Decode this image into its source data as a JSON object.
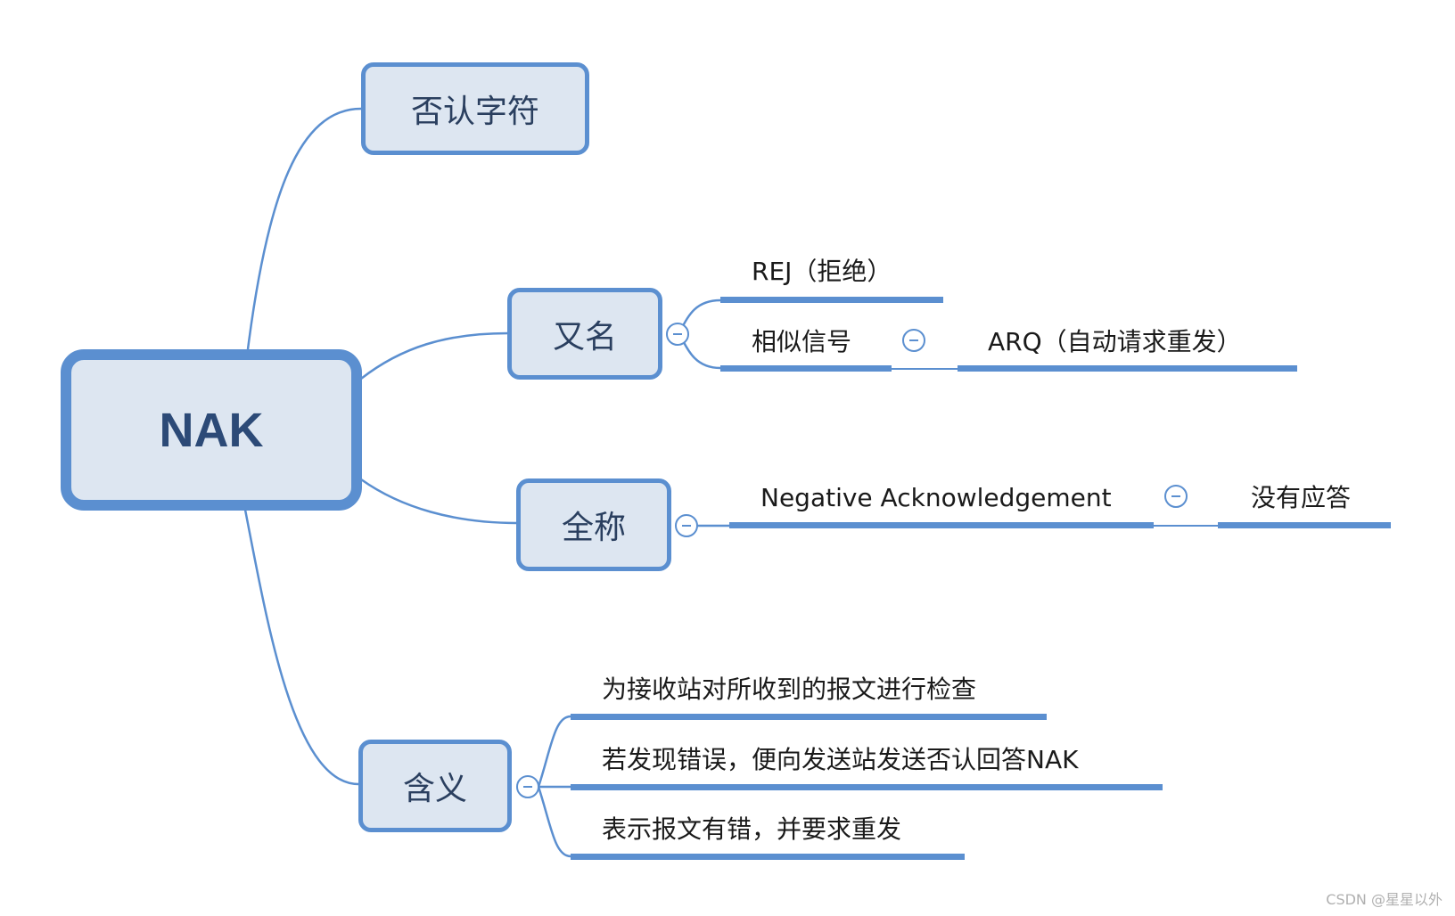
{
  "root": {
    "label": "NAK"
  },
  "branches": {
    "b1": {
      "label": "否认字符"
    },
    "b2": {
      "label": "又名",
      "children": [
        "REJ（拒绝）",
        "相似信号"
      ],
      "grandchild": "ARQ（自动请求重发）"
    },
    "b3": {
      "label": "全称",
      "child": "Negative Acknowledgement",
      "grandchild": "没有应答"
    },
    "b4": {
      "label": "含义",
      "children": [
        "为接收站对所收到的报文进行检查",
        "若发现错误，便向发送站发送否认回答NAK",
        "表示报文有错，并要求重发"
      ]
    }
  },
  "watermark": "CSDN @星星以外",
  "colors": {
    "accent": "#5b8fd0",
    "node_fill": "#dde6f1",
    "root_text": "#2c4a77"
  }
}
